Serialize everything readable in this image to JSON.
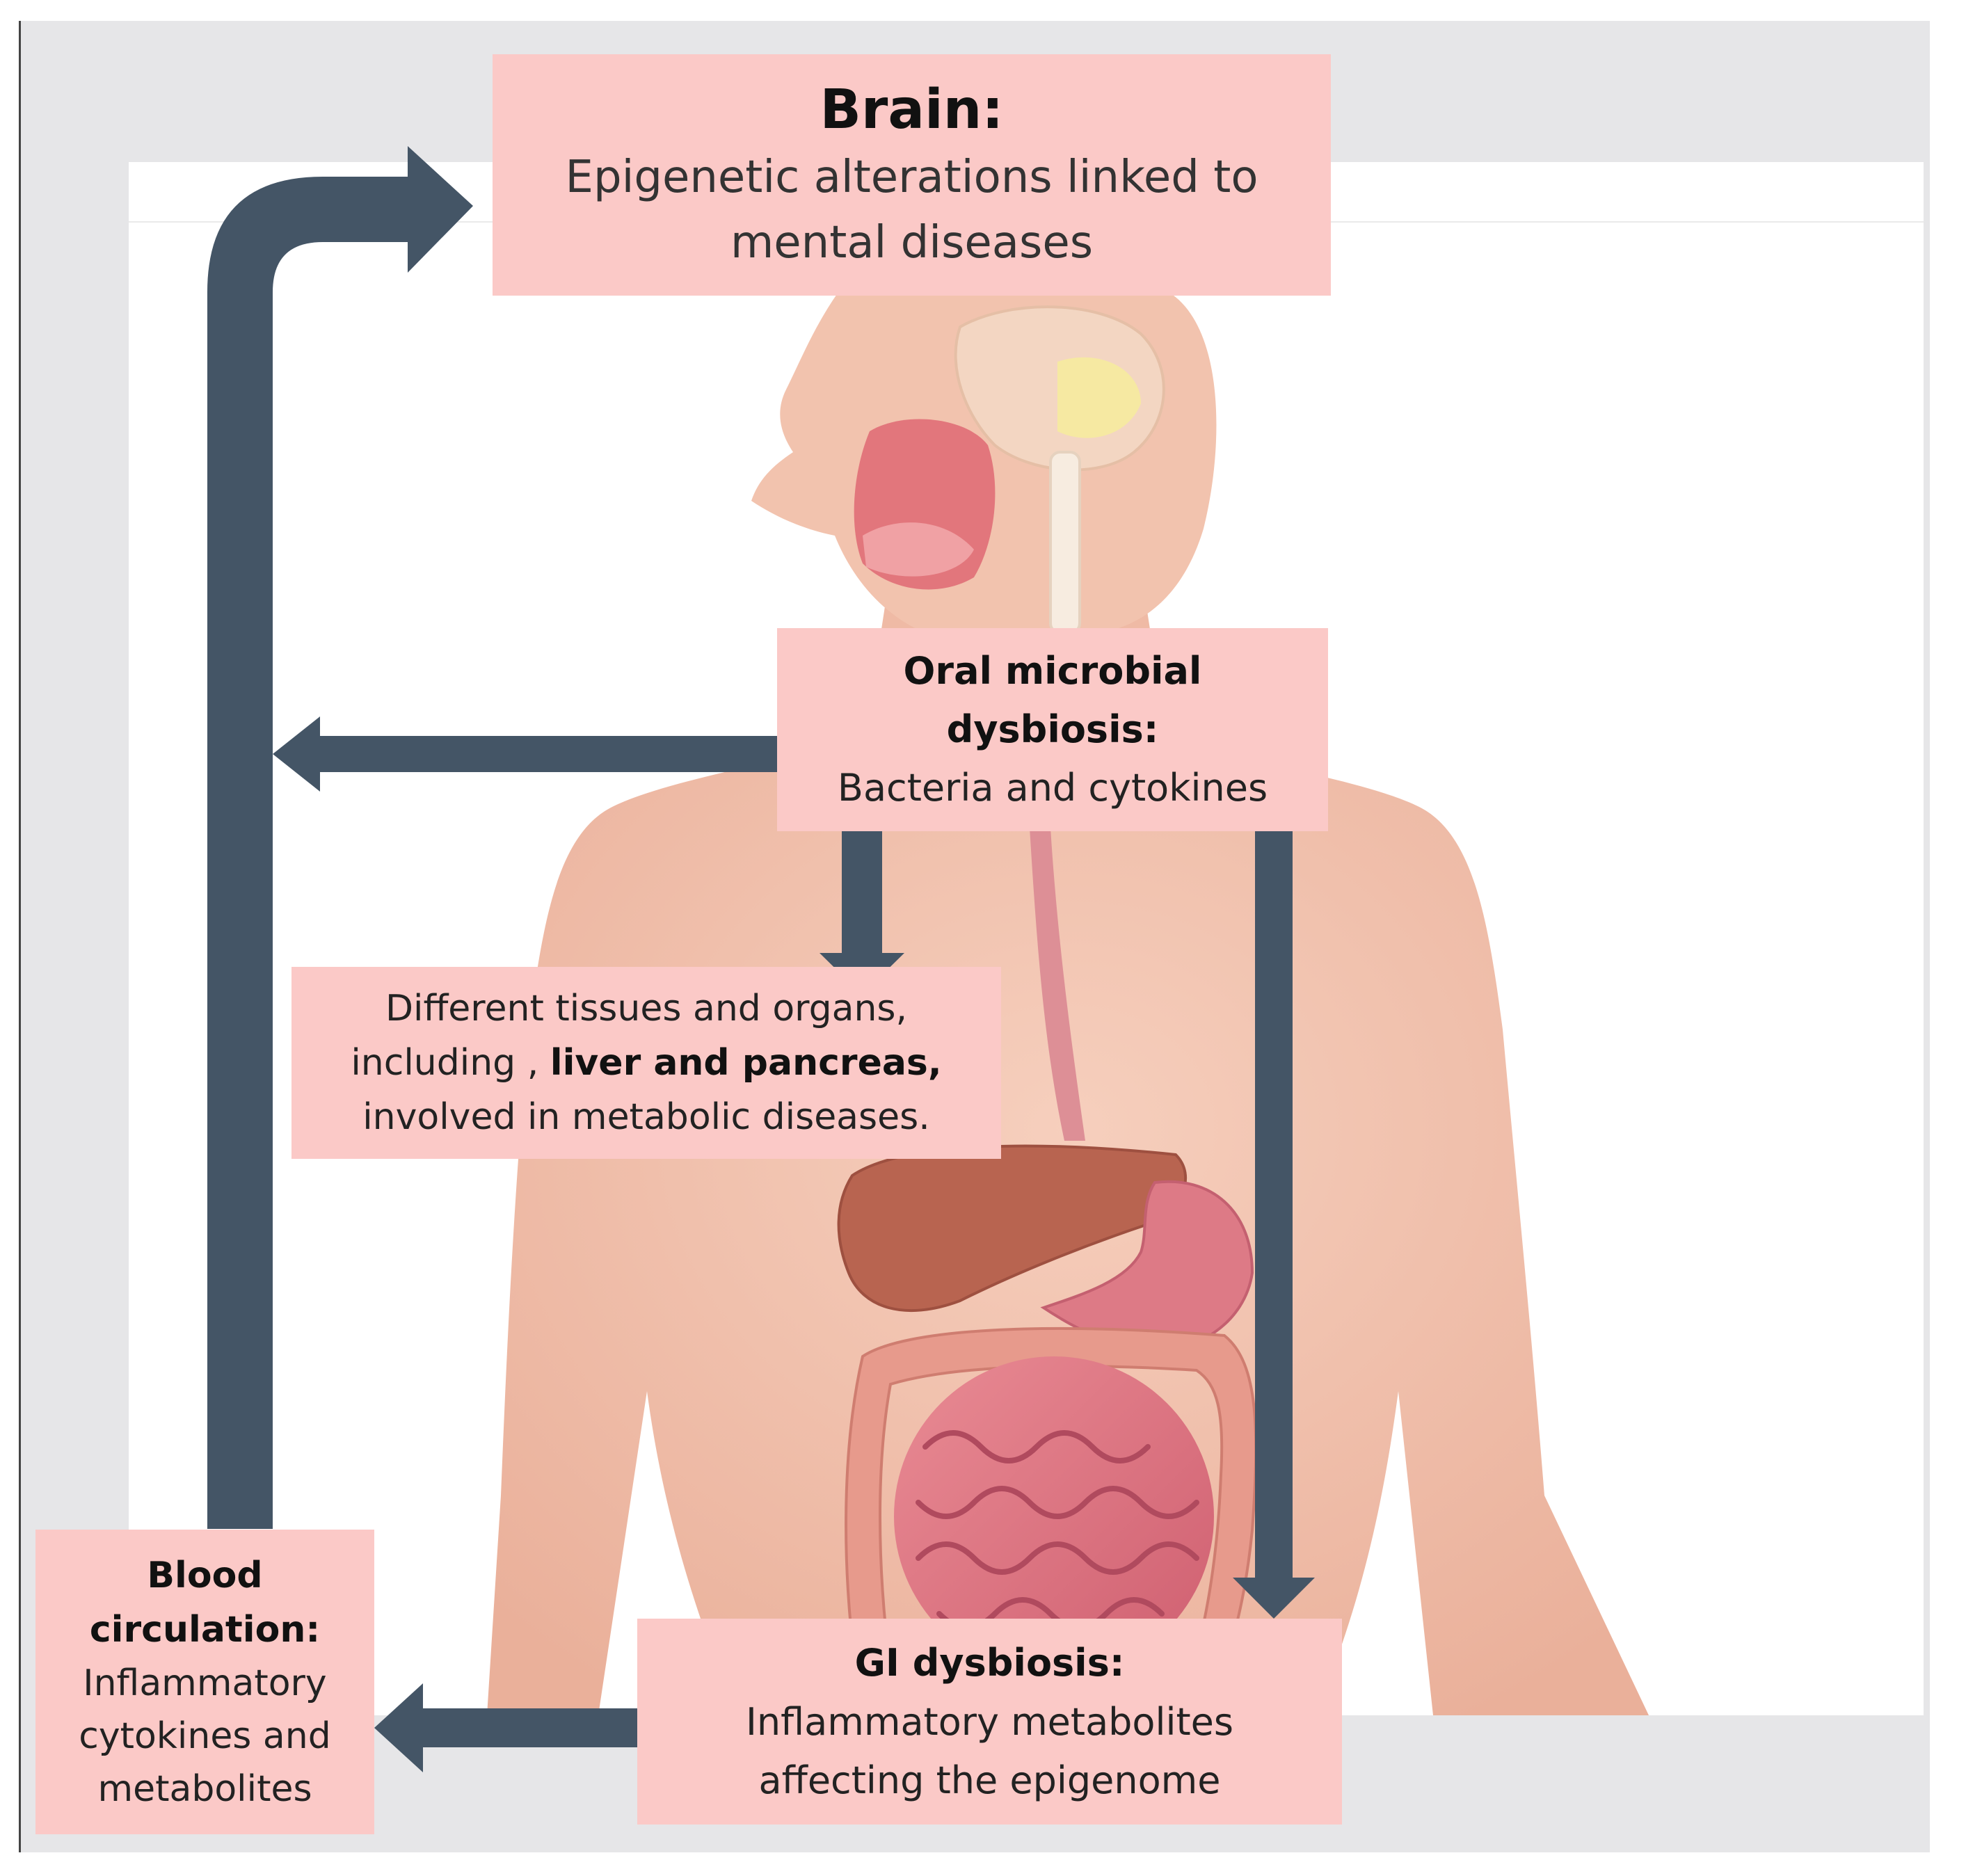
{
  "brain": {
    "title": "Brain:",
    "line1": "Epigenetic alterations linked to",
    "line2": "mental diseases"
  },
  "oral": {
    "title1": "Oral microbial",
    "title2": "dysbiosis:",
    "text": "Bacteria and cytokines"
  },
  "tissues": {
    "line1": "Different tissues and organs,",
    "line2_pre": "including , ",
    "line2_bold": "liver and pancreas,",
    "line3": "involved in metabolic diseases."
  },
  "gi": {
    "title": "GI dysbiosis:",
    "line1": "Inflammatory  metabolites",
    "line2": "affecting the epigenome"
  },
  "blood": {
    "title1": "Blood",
    "title2": "circulation:",
    "line1": "Inflammatory",
    "line2": "cytokines and",
    "line3": "metabolites"
  },
  "colors": {
    "box_fill": "#fbc9c7",
    "arrow": "#445566",
    "skin": "#f3c4b0",
    "frame": "#e6e6e8"
  }
}
